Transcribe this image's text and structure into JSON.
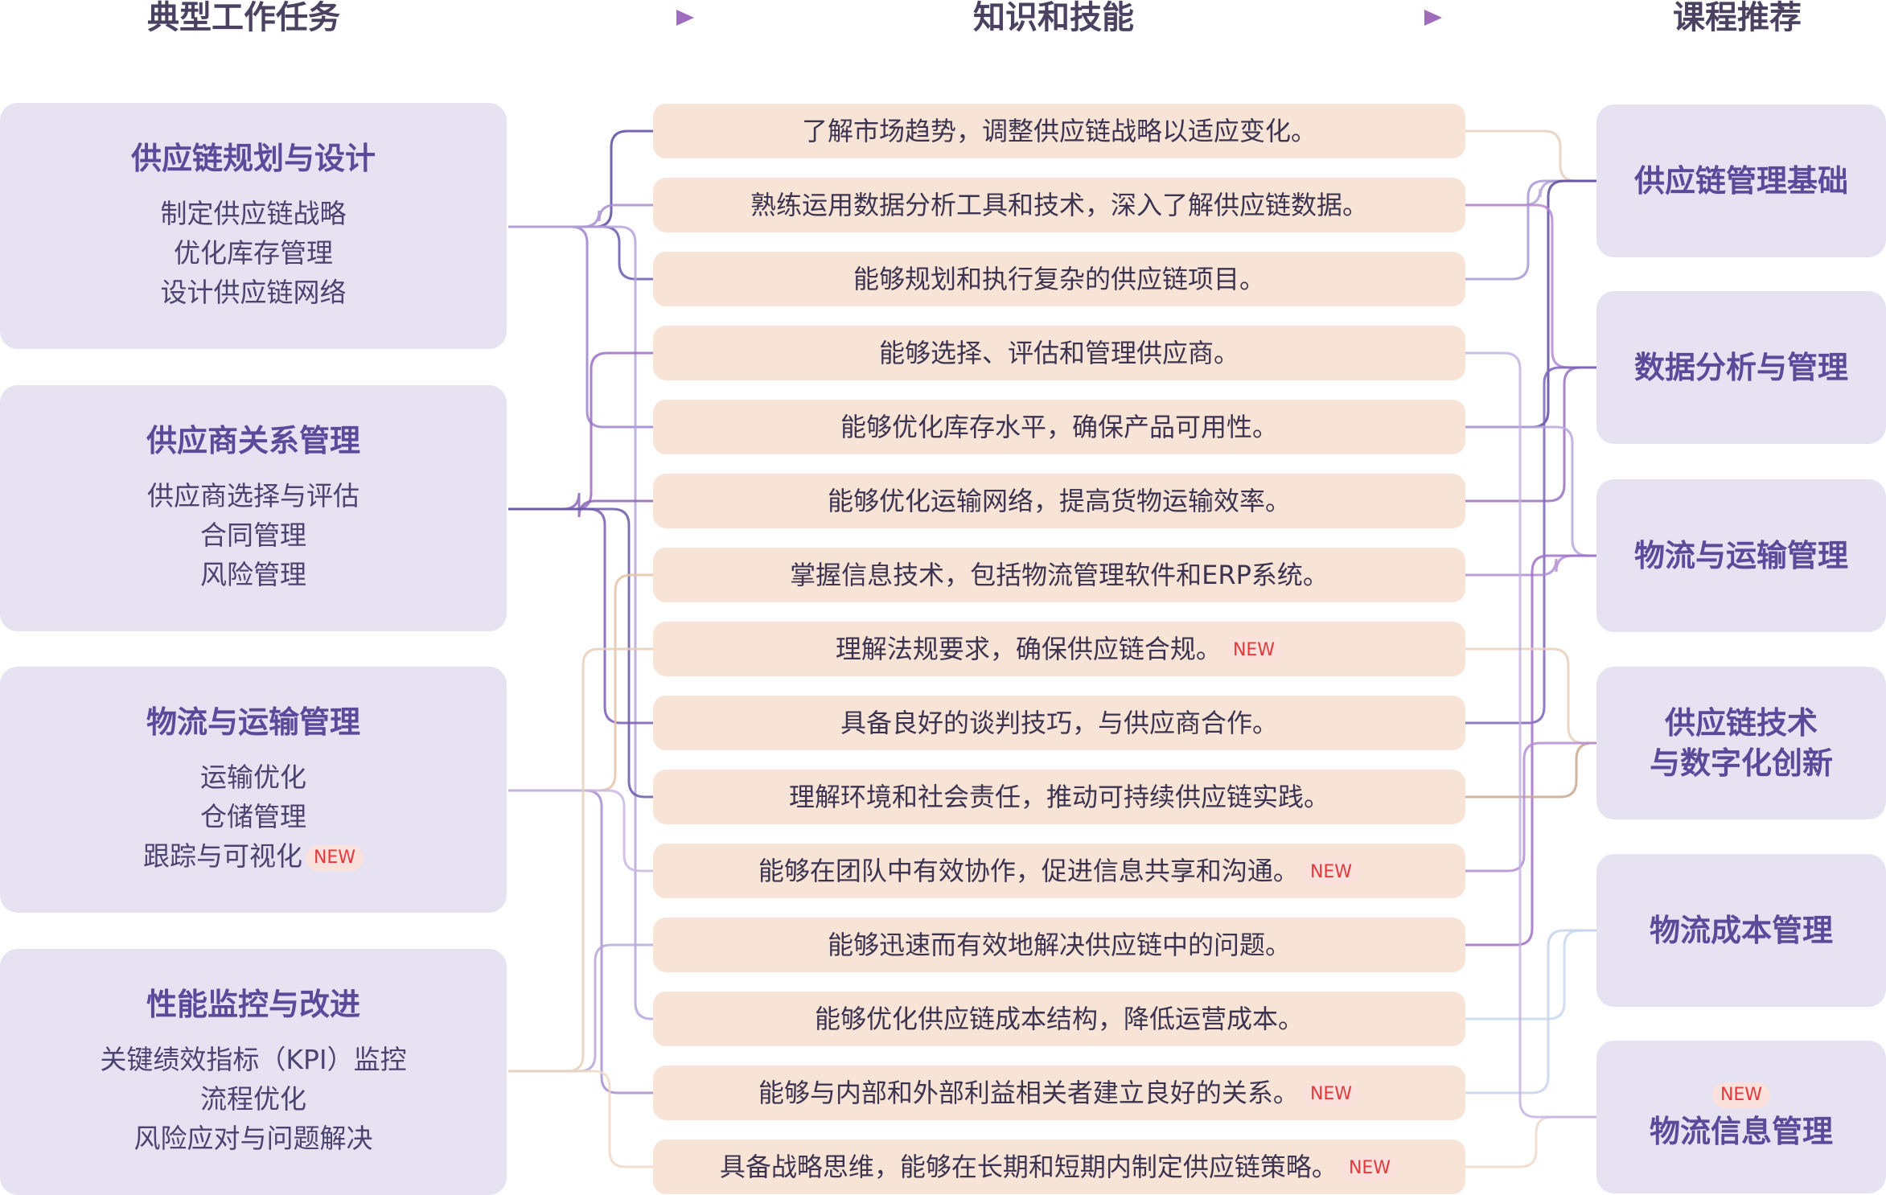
{
  "headers": {
    "tasks": "典型工作任务",
    "skills": "知识和技能",
    "courses": "课程推荐"
  },
  "badge_text": "NEW",
  "colors": {
    "box": "#e6e2f1",
    "skill_box": "#f8e4d6",
    "title": "#5a4a9a",
    "badge_bg": "#fbe1dc",
    "badge_text": "#e5383b",
    "arrow": "#a06cc0"
  },
  "tasks": [
    {
      "title": "供应链规划与设计",
      "items": [
        {
          "text": "制定供应链战略",
          "new": false
        },
        {
          "text": "优化库存管理",
          "new": false
        },
        {
          "text": "设计供应链网络",
          "new": false
        }
      ]
    },
    {
      "title": "供应商关系管理",
      "items": [
        {
          "text": "供应商选择与评估",
          "new": false
        },
        {
          "text": "合同管理",
          "new": false
        },
        {
          "text": "风险管理",
          "new": false
        }
      ]
    },
    {
      "title": "物流与运输管理",
      "items": [
        {
          "text": "运输优化",
          "new": false
        },
        {
          "text": "仓储管理",
          "new": false
        },
        {
          "text": "跟踪与可视化",
          "new": true
        }
      ]
    },
    {
      "title": "性能监控与改进",
      "items": [
        {
          "text": "关键绩效指标（KPI）监控",
          "new": false
        },
        {
          "text": "流程优化",
          "new": false
        },
        {
          "text": "风险应对与问题解决",
          "new": false
        }
      ]
    }
  ],
  "skills": [
    {
      "text": "了解市场趋势，调整供应链战略以适应变化。",
      "new": false
    },
    {
      "text": "熟练运用数据分析工具和技术，深入了解供应链数据。",
      "new": false
    },
    {
      "text": "能够规划和执行复杂的供应链项目。",
      "new": false
    },
    {
      "text": "能够选择、评估和管理供应商。",
      "new": false
    },
    {
      "text": "能够优化库存水平，确保产品可用性。",
      "new": false
    },
    {
      "text": "能够优化运输网络，提高货物运输效率。",
      "new": false
    },
    {
      "text": "掌握信息技术，包括物流管理软件和ERP系统。",
      "new": false
    },
    {
      "text": "理解法规要求，确保供应链合规。",
      "new": true
    },
    {
      "text": "具备良好的谈判技巧，与供应商合作。",
      "new": false
    },
    {
      "text": "理解环境和社会责任，推动可持续供应链实践。",
      "new": false
    },
    {
      "text": "能够在团队中有效协作，促进信息共享和沟通。",
      "new": true
    },
    {
      "text": "能够迅速而有效地解决供应链中的问题。",
      "new": false
    },
    {
      "text": "能够优化供应链成本结构，降低运营成本。",
      "new": false
    },
    {
      "text": "能够与内部和外部利益相关者建立良好的关系。",
      "new": true
    },
    {
      "text": "具备战略思维，能够在长期和短期内制定供应链策略。",
      "new": true
    }
  ],
  "courses": [
    {
      "lines": [
        "供应链管理基础"
      ],
      "new": false
    },
    {
      "lines": [
        "数据分析与管理"
      ],
      "new": false
    },
    {
      "lines": [
        "物流与运输管理"
      ],
      "new": false
    },
    {
      "lines": [
        "供应链技术",
        "与数字化创新"
      ],
      "new": false
    },
    {
      "lines": [
        "物流成本管理"
      ],
      "new": false
    },
    {
      "lines": [
        "物流信息管理"
      ],
      "new": true
    }
  ]
}
